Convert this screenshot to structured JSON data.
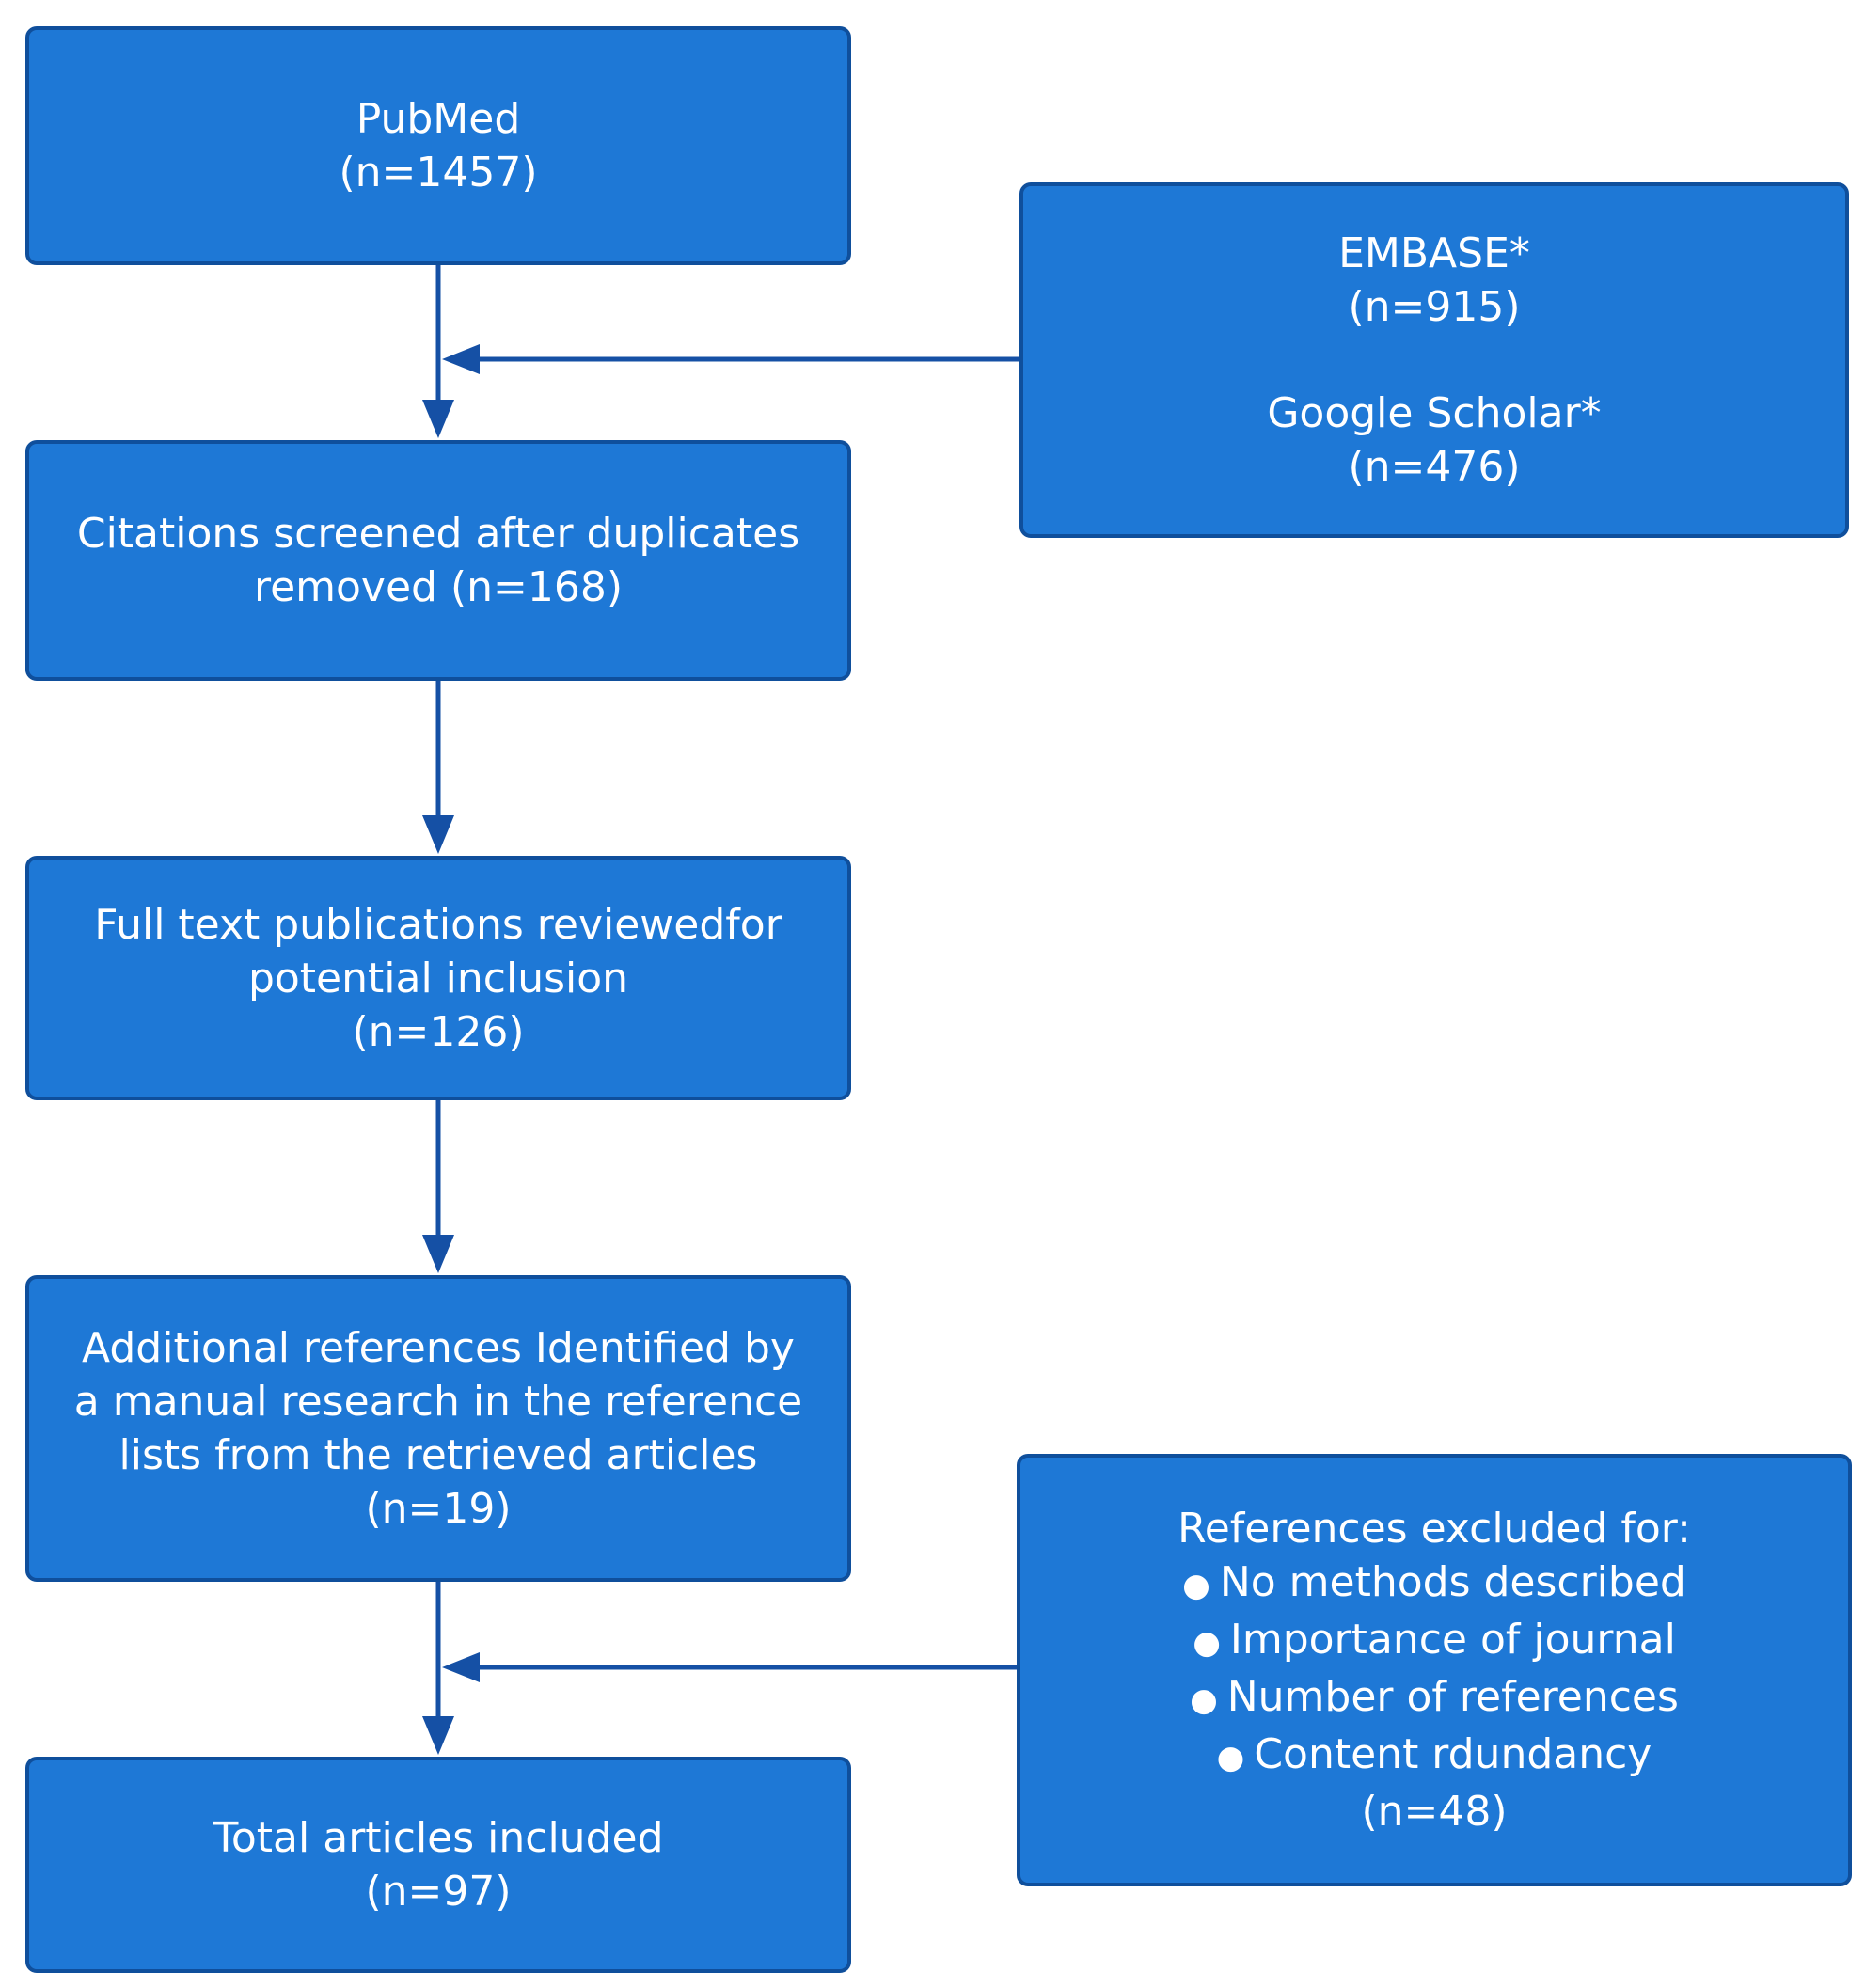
{
  "colors": {
    "box_fill": "#1e78d6",
    "box_border": "#0f4f9c",
    "text": "#ffffff",
    "connector": "#1550a5"
  },
  "boxes": {
    "pubmed": {
      "name": "PubMed",
      "count": "(n=1457)"
    },
    "other_sources": {
      "embase_name": "EMBASE*",
      "embase_count": "(n=915)",
      "scholar_name": "Google Scholar*",
      "scholar_count": "(n=476)"
    },
    "screened": {
      "line1": "Citations screened after duplicates",
      "line2": "removed (n=168)"
    },
    "fulltext": {
      "line1": "Full text publications reviewedfor",
      "line2": "potential inclusion",
      "line3": "(n=126)"
    },
    "additional": {
      "line1": "Additional references Identified by",
      "line2": "a manual research in the reference",
      "line3": "lists from the retrieved articles",
      "line4": "(n=19)"
    },
    "excluded": {
      "heading": "References excluded for:",
      "reasons": [
        "No methods described",
        "Importance of journal",
        "Number of references",
        "Content rdundancy"
      ],
      "count": "(n=48)"
    },
    "total": {
      "line1": "Total articles included",
      "line2": "(n=97)"
    }
  }
}
